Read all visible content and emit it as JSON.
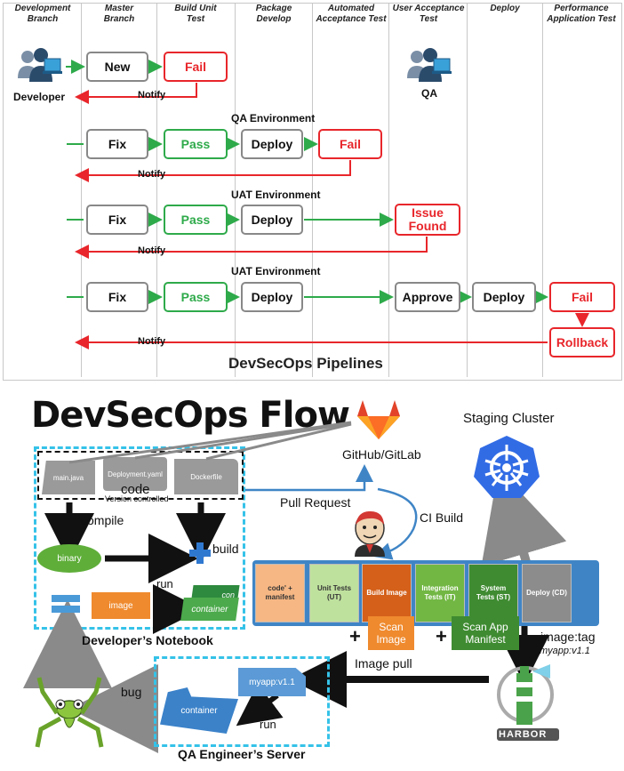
{
  "pipelines": {
    "columns": [
      {
        "id": "dev",
        "label": "Development Branch"
      },
      {
        "id": "master",
        "label": "Master Branch"
      },
      {
        "id": "build",
        "label": "Build Unit Test"
      },
      {
        "id": "package",
        "label": "Package Develop"
      },
      {
        "id": "auto",
        "label": "Automated Acceptance Test"
      },
      {
        "id": "uat",
        "label": "User Acceptance Test"
      },
      {
        "id": "deploy",
        "label": "Deploy"
      },
      {
        "id": "perf",
        "label": "Performance Application Test"
      }
    ],
    "developer_label": "Developer",
    "qa_label": "QA",
    "row1": {
      "new": "New",
      "fail": "Fail",
      "notify": "Notify"
    },
    "row2": {
      "env": "QA Environment",
      "fix": "Fix",
      "pass": "Pass",
      "deploy": "Deploy",
      "fail": "Fail",
      "notify": "Notify"
    },
    "row3": {
      "env": "UAT Environment",
      "fix": "Fix",
      "pass": "Pass",
      "deploy": "Deploy",
      "issue": "Issue Found",
      "notify": "Notify"
    },
    "row4": {
      "env": "UAT Environment",
      "fix": "Fix",
      "pass": "Pass",
      "deploy": "Deploy",
      "approve": "Approve",
      "deploy2": "Deploy",
      "fail": "Fail",
      "rollback": "Rollback",
      "notify": "Notify"
    },
    "title": "DevSecOps Pipelines"
  },
  "flow": {
    "title": "DevSecOps Flow",
    "files": [
      "main.java",
      "Deployment.yaml",
      "Dockerfile"
    ],
    "code_label": "code",
    "version_controlled": "Version controlled",
    "compile": "compile",
    "build": "build",
    "binary": "binary",
    "run": "run",
    "image": "image",
    "container": "container",
    "con_stub": "con",
    "notebook": "Developer’s Notebook",
    "github": "GitHub/GitLab",
    "pull_request": "Pull Request",
    "ci_build": "CI Build",
    "staging": "Staging Cluster",
    "stages": [
      {
        "label": "code' + manifest",
        "color": "#f6b784",
        "text": "#333"
      },
      {
        "label": "Unit Tests (UT)",
        "color": "#bfe19e",
        "text": "#333"
      },
      {
        "label": "Build Image",
        "color": "#d4601a",
        "text": "#fff"
      },
      {
        "label": "Integration Tests (IT)",
        "color": "#72b744",
        "text": "#fff"
      },
      {
        "label": "System Tests (ST)",
        "color": "#3f8b31",
        "text": "#fff"
      },
      {
        "label": "Deploy (CD)",
        "color": "#8c8c8c",
        "text": "#fff"
      }
    ],
    "scan_image": "Scan Image",
    "scan_app": "Scan App Manifest",
    "plus": "+",
    "image_tag": "image:tag",
    "myapp_tag": "myapp:v1.1",
    "image_pull": "Image pull",
    "myapp_box": "myapp:v1.1",
    "qa_container": "container",
    "qa_run": "run",
    "bug": "bug",
    "qa_server": "QA Engineer’s Server",
    "harbor": "HARBOR",
    "colors": {
      "pipeline_bar": "#3f85c6",
      "dashed": "#35c2e8",
      "arrow_gray": "#8a8a8a",
      "arrow_black": "#111111",
      "gitlab": "#e24329",
      "k8s": "#326ce5"
    }
  }
}
